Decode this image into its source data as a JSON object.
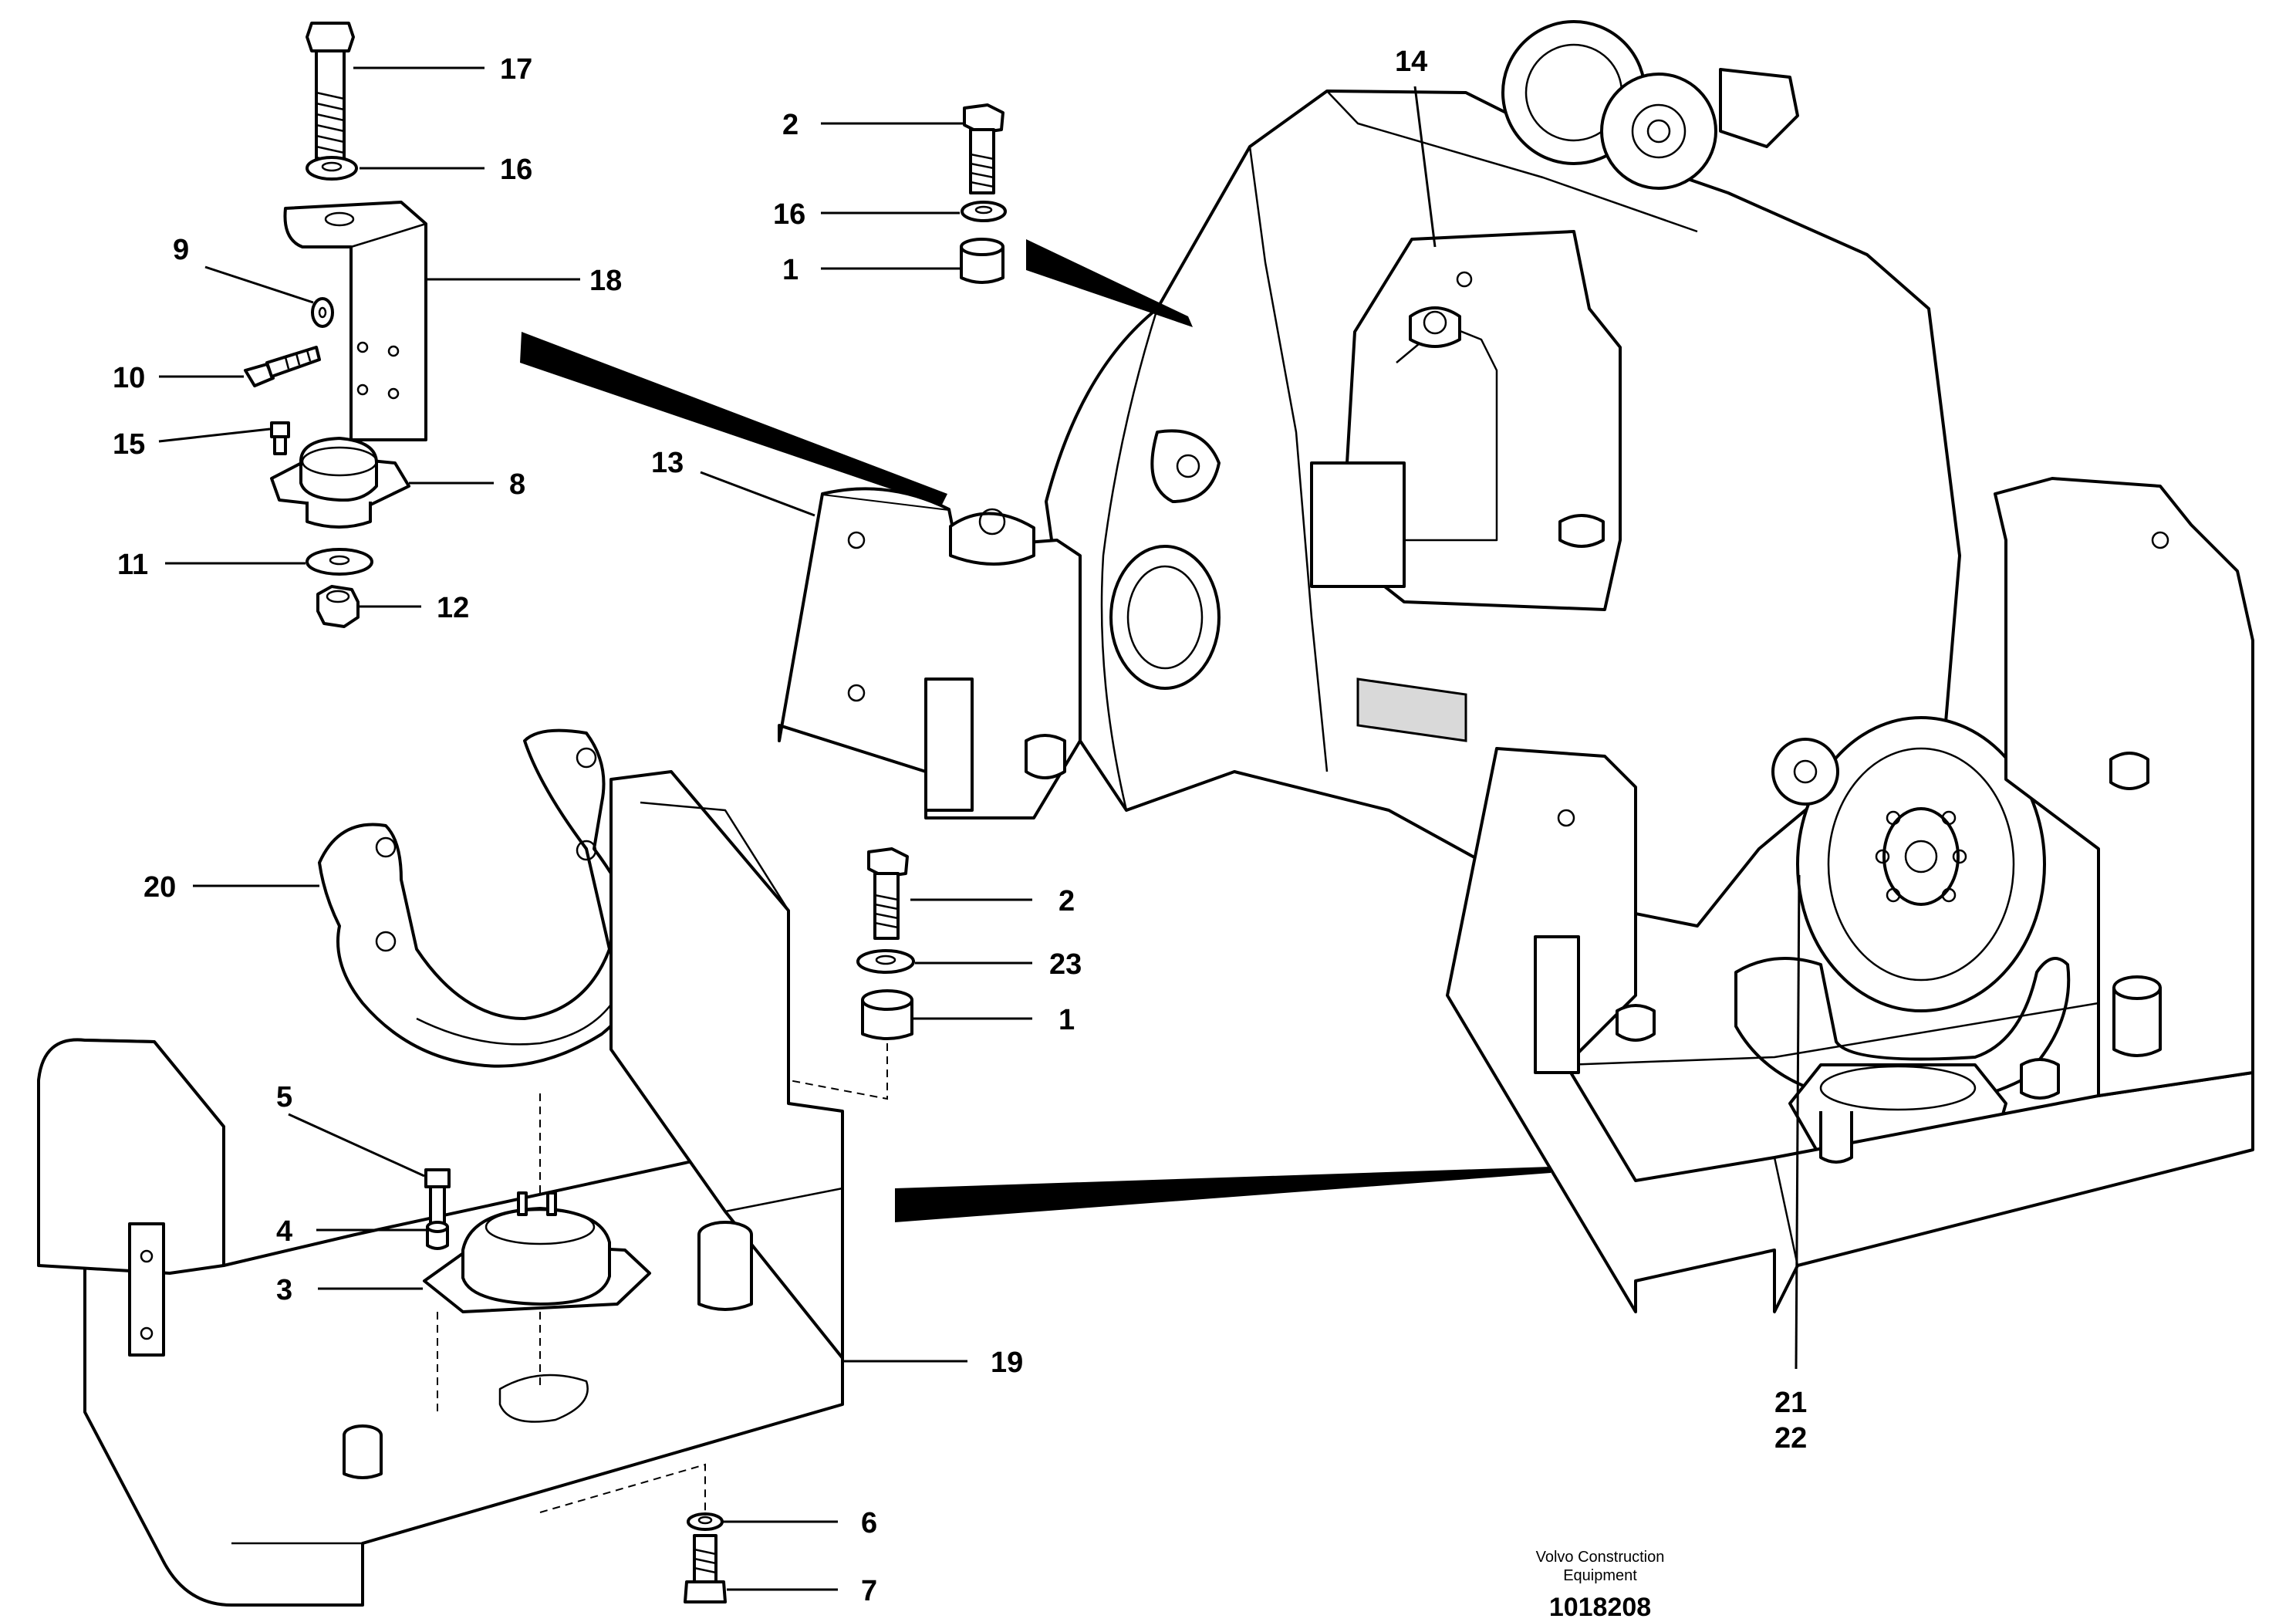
{
  "labels": {
    "l1_top": "1",
    "l1_mid": "1",
    "l2_top": "2",
    "l2_mid": "2",
    "l3": "3",
    "l4": "4",
    "l5": "5",
    "l6": "6",
    "l7": "7",
    "l8": "8",
    "l9": "9",
    "l10": "10",
    "l11": "11",
    "l12": "12",
    "l13": "13",
    "l14": "14",
    "l15": "15",
    "l16_left": "16",
    "l16_top": "16",
    "l17": "17",
    "l18": "18",
    "l19": "19",
    "l20": "20",
    "l21": "21",
    "l22": "22",
    "l23": "23"
  },
  "footer": {
    "company_line1": "Volvo Construction",
    "company_line2": "Equipment",
    "doc_number": "1018208"
  }
}
